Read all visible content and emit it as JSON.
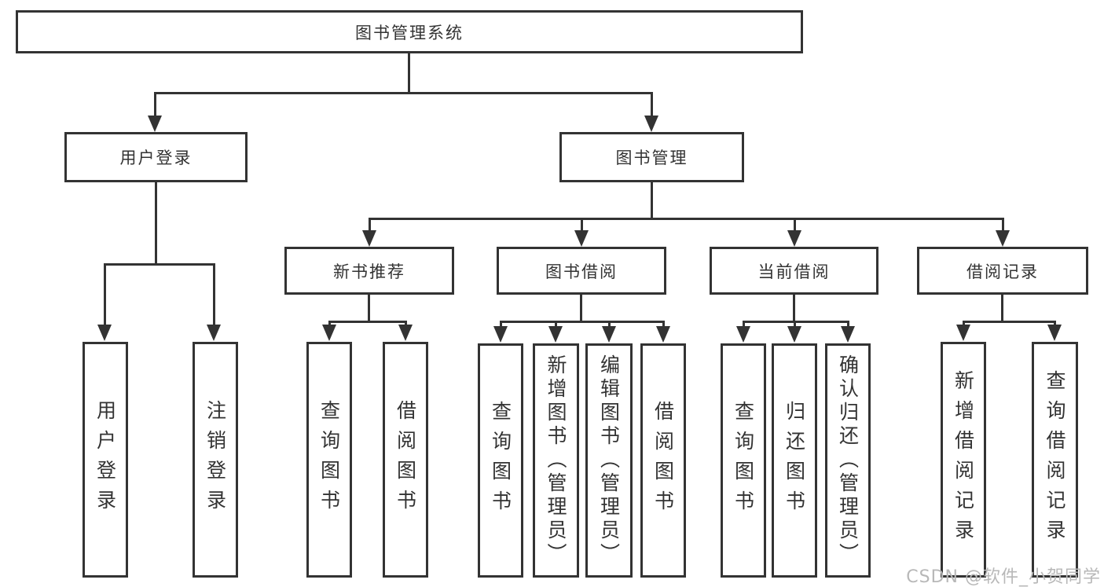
{
  "tree": {
    "root": {
      "label": "图书管理系统"
    },
    "children": [
      {
        "label": "用户登录",
        "children": [
          {
            "label": "用户登录"
          },
          {
            "label": "注销登录"
          }
        ]
      },
      {
        "label": "图书管理",
        "children": [
          {
            "label": "新书推荐",
            "children": [
              {
                "label": "查询图书"
              },
              {
                "label": "借阅图书"
              }
            ]
          },
          {
            "label": "图书借阅",
            "children": [
              {
                "label": "查询图书"
              },
              {
                "label": "新增图书（管理员）"
              },
              {
                "label": "编辑图书（管理员）"
              },
              {
                "label": "借阅图书"
              }
            ]
          },
          {
            "label": "当前借阅",
            "children": [
              {
                "label": "查询图书"
              },
              {
                "label": "归还图书"
              },
              {
                "label": "确认归还（管理员）"
              }
            ]
          },
          {
            "label": "借阅记录",
            "children": [
              {
                "label": "新增借阅记录"
              },
              {
                "label": "查询借阅记录"
              }
            ]
          }
        ]
      }
    ]
  },
  "watermark": "CSDN @软件_小贺同学",
  "colors": {
    "line": "#333333",
    "text": "#333333",
    "background": "#ffffff",
    "watermark": "#b8b8b8"
  }
}
